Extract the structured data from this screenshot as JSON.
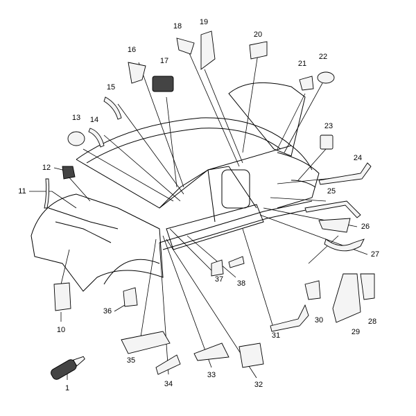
{
  "diagram": {
    "type": "exploded parts diagram",
    "callouts": [
      "1",
      "10",
      "11",
      "12",
      "13",
      "14",
      "15",
      "16",
      "17",
      "18",
      "19",
      "20",
      "21",
      "22",
      "23",
      "24",
      "25",
      "26",
      "27",
      "28",
      "29",
      "30",
      "31",
      "32",
      "33",
      "34",
      "35",
      "36",
      "37",
      "38"
    ]
  }
}
